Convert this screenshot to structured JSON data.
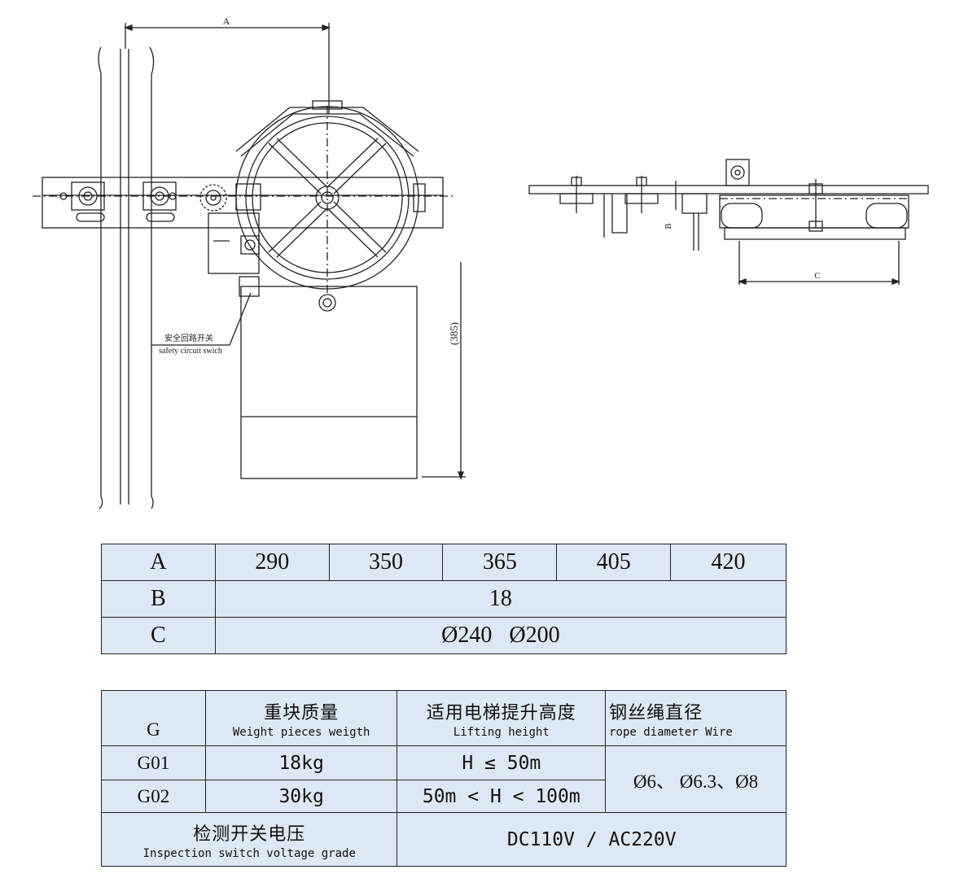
{
  "drawing": {
    "dim_A": "A",
    "dim_B": "B",
    "dim_C": "C",
    "dim_height": "(385)",
    "switch_label_zh": "安全回路开关",
    "switch_label_en": "safety circuit swich"
  },
  "dimension_table": {
    "a_label": "A",
    "a_values": [
      "290",
      "350",
      "365",
      "405",
      "420"
    ],
    "b_label": "B",
    "b_value": "18",
    "c_label": "C",
    "c_value": "Ø240   Ø200"
  },
  "weight_table": {
    "g_label": "G",
    "col_weight_zh": "重块质量",
    "col_weight_en": "Weight pieces weigth",
    "col_height_zh": "适用电梯提升高度",
    "col_height_en": "Lifting height",
    "col_rope_zh": "钢丝绳直径",
    "col_rope_en": "rope diameter Wire",
    "rows": [
      {
        "model": "G01",
        "weight": "18kg",
        "height": "H ≤ 50m"
      },
      {
        "model": "G02",
        "weight": "30kg",
        "height": "50m < H < 100m"
      }
    ],
    "rope_value": "Ø6、 Ø6.3、Ø8",
    "voltage_label_zh": "检测开关电压",
    "voltage_label_en": "Inspection switch voltage grade",
    "voltage_value": "DC110V / AC220V"
  }
}
